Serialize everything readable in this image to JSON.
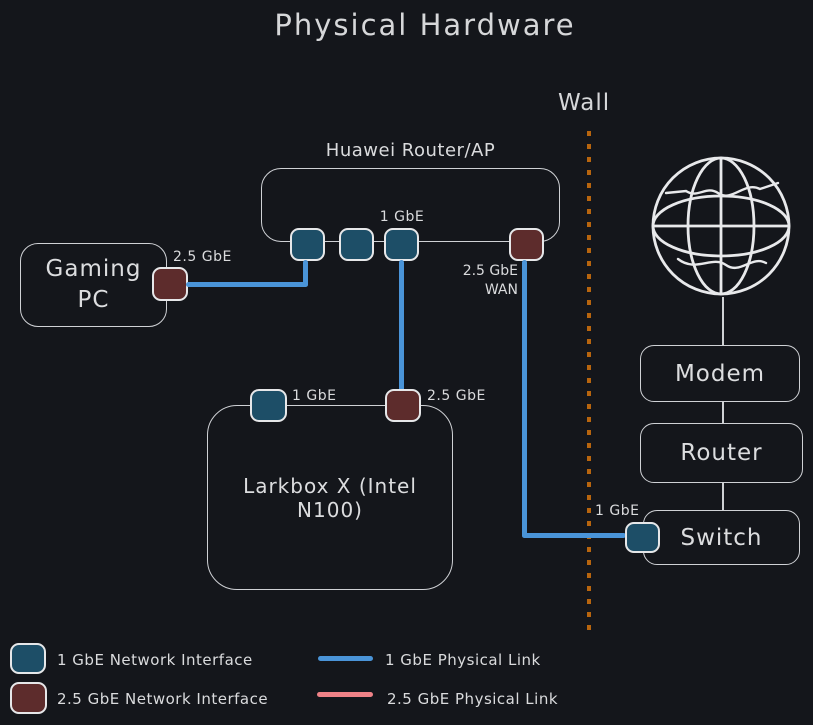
{
  "title": "Physical Hardware",
  "wall_label": "Wall",
  "nodes": {
    "huawei_router_ap": "Huawei Router/AP",
    "gaming_pc": "Gaming PC",
    "larkbox": "Larkbox X (Intel N100)",
    "modem": "Modem",
    "router": "Router",
    "switch": "Switch"
  },
  "port_labels": {
    "router_lan": "1 GbE",
    "gaming_pc_nic": "2.5 GbE",
    "router_wan_line1": "2.5 GbE",
    "router_wan_line2": "WAN",
    "larkbox_nic1": "1 GbE",
    "larkbox_nic2": "2.5 GbE",
    "switch_port": "1 GbE"
  },
  "legend": {
    "items": [
      {
        "swatch": "square",
        "color": "#1d4e67",
        "label": "1 GbE Network Interface"
      },
      {
        "swatch": "square",
        "color": "#5d2c2c",
        "label": "2.5 GbE Network Interface"
      },
      {
        "swatch": "line",
        "color": "#4a94d8",
        "label": "1 GbE Physical Link"
      },
      {
        "swatch": "line",
        "color": "#ef8287",
        "label": "2.5 GbE Physical Link"
      }
    ]
  },
  "icons": {
    "internet": "globe-icon"
  },
  "colors": {
    "background": "#14161b",
    "stroke": "#d7d8da",
    "nic_1gbe_fill": "#1d4e67",
    "nic_25gbe_fill": "#5d2c2c",
    "link_1gbe": "#4a94d8",
    "link_25gbe": "#ef8287",
    "wall_dotted": "#b8650e"
  }
}
